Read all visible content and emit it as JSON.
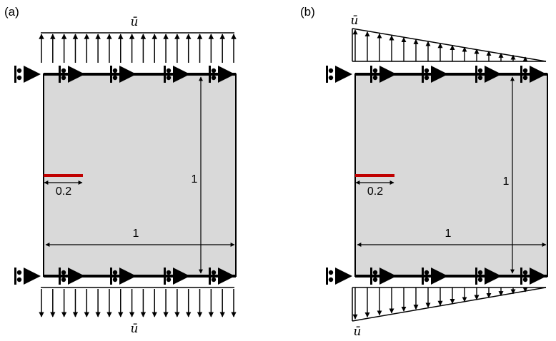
{
  "panels": [
    {
      "label": "(a)",
      "load_symbol": "ū",
      "load_profile": "uniform"
    },
    {
      "label": "(b)",
      "load_symbol": "ū",
      "load_profile": "linear-triangular"
    }
  ],
  "dimensions": {
    "crack_length": "0.2",
    "height": "1",
    "width": "1"
  },
  "colors": {
    "plate_fill": "#d9d9d9",
    "crack": "#c00000",
    "outline": "#000000"
  },
  "icons": [
    "roller-support-icon",
    "load-arrow-icon",
    "dimension-arrow-icon"
  ]
}
